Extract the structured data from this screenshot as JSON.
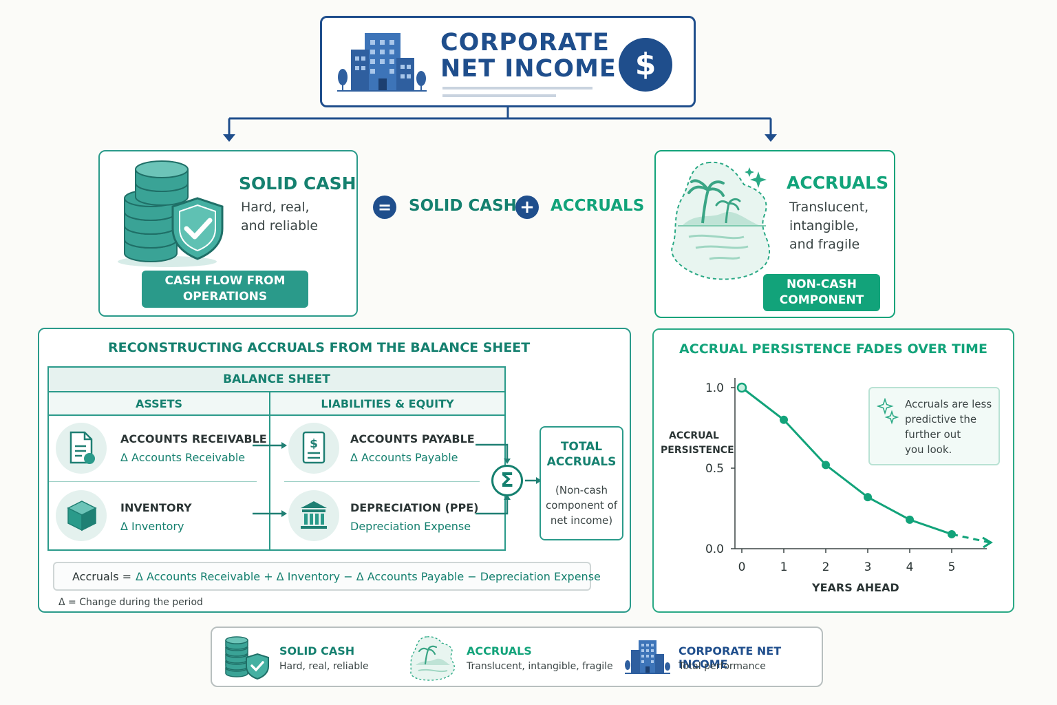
{
  "header": {
    "title_line1": "CORPORATE",
    "title_line2": "NET INCOME"
  },
  "solid_cash": {
    "title": "SOLID CASH",
    "desc_line1": "Hard, real,",
    "desc_line2": "and reliable",
    "badge_line1": "CASH FLOW FROM",
    "badge_line2": "OPERATIONS"
  },
  "equation": {
    "equals": "=",
    "term1": "SOLID CASH",
    "plus": "+",
    "term2": "ACCRUALS"
  },
  "accruals": {
    "title": "ACCRUALS",
    "desc_line1": "Translucent,",
    "desc_line2": "intangible,",
    "desc_line3": "and fragile",
    "badge_line1": "NON-CASH",
    "badge_line2": "COMPONENT"
  },
  "reconstruct": {
    "title": "RECONSTRUCTING ACCRUALS FROM THE BALANCE SHEET",
    "table_title": "BALANCE SHEET",
    "col_assets": "ASSETS",
    "col_liab": "LIABILITIES & EQUITY",
    "ar_label": "ACCOUNTS RECEIVABLE",
    "ar_sub": "Δ Accounts Receivable",
    "inv_label": "INVENTORY",
    "inv_sub": "Δ Inventory",
    "ap_label": "ACCOUNTS PAYABLE",
    "ap_sub": "Δ Accounts Payable",
    "dep_label": "DEPRECIATION (PPE)",
    "dep_sub": "Depreciation Expense",
    "sigma": "Σ",
    "total_line1": "TOTAL",
    "total_line2": "ACCRUALS",
    "total_note1": "(Non-cash",
    "total_note2": "component of",
    "total_note3": "net income)",
    "formula_lhs": "Accruals =",
    "formula_rhs": "Δ Accounts Receivable + Δ Inventory − Δ Accounts Payable − Depreciation Expense",
    "footnote": "Δ = Change during the period"
  },
  "chart_title": "ACCRUAL PERSISTENCE FADES OVER TIME",
  "chart_note": {
    "line1": "Accruals are less",
    "line2": "predictive the",
    "line3": "further out",
    "line4": "you look."
  },
  "chart_data": {
    "type": "line",
    "x": [
      0,
      1,
      2,
      3,
      4,
      5
    ],
    "y": [
      1.0,
      0.8,
      0.52,
      0.32,
      0.18,
      0.09
    ],
    "xlabel": "YEARS AHEAD",
    "ylabel_line1": "ACCRUAL",
    "ylabel_line2": "PERSISTENCE",
    "xticks": [
      "0",
      "1",
      "2",
      "3",
      "4",
      "5"
    ],
    "yticks": [
      "1.0",
      "0.5",
      "0.0"
    ],
    "ylim": [
      0,
      1.0
    ],
    "xlim": [
      0,
      6
    ],
    "grid": false,
    "color": "#12a37a"
  },
  "legend": {
    "solid_title": "SOLID CASH",
    "solid_desc": "Hard, real, reliable",
    "acc_title": "ACCRUALS",
    "acc_desc": "Translucent, intangible, fragile",
    "cni_title": "CORPORATE NET INCOME",
    "cni_desc": "Total performance"
  }
}
